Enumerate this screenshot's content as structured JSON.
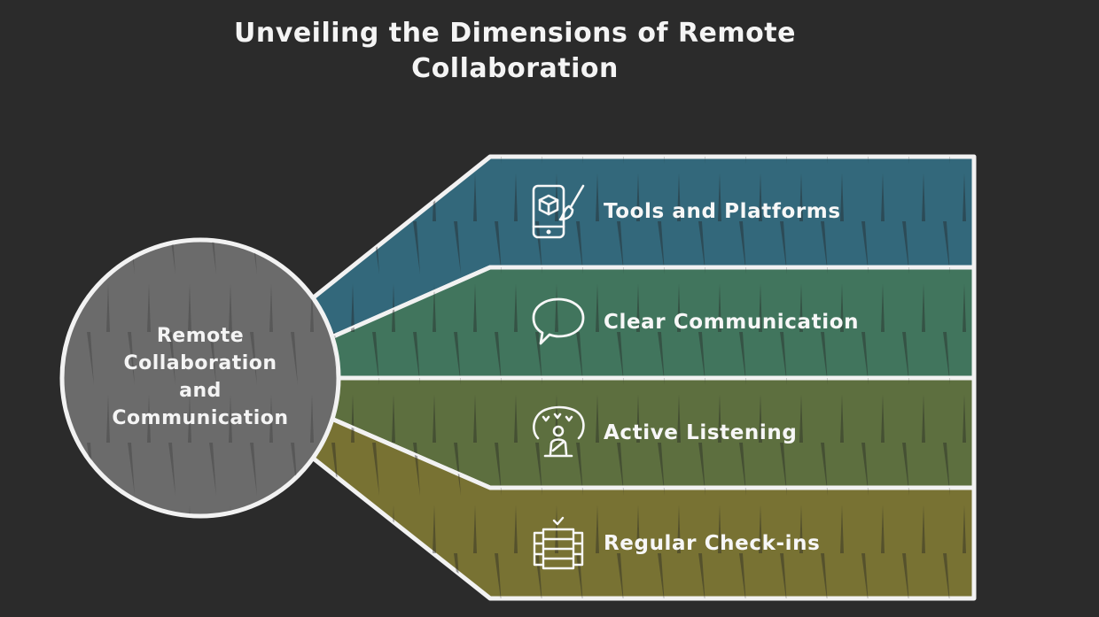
{
  "title": {
    "line1": "Unveiling the Dimensions of Remote",
    "line2": "Collaboration"
  },
  "hub": {
    "lines": [
      "Remote",
      "Collaboration",
      "and",
      "Communication"
    ],
    "color": "#6b6b6b"
  },
  "bands": [
    {
      "label": "Tools and Platforms",
      "icon": "mobile-3d-design-icon",
      "color": "#33687b"
    },
    {
      "label": "Clear Communication",
      "icon": "speech-bubble-icon",
      "color": "#41755d"
    },
    {
      "label": "Active Listening",
      "icon": "listening-person-icon",
      "color": "#5d6f3f"
    },
    {
      "label": "Regular Check-ins",
      "icon": "checklist-calendar-icon",
      "color": "#787233"
    }
  ],
  "colors": {
    "background": "#2b2b2b",
    "stroke": "#f2f2f2",
    "text": "#f4f4f4"
  }
}
